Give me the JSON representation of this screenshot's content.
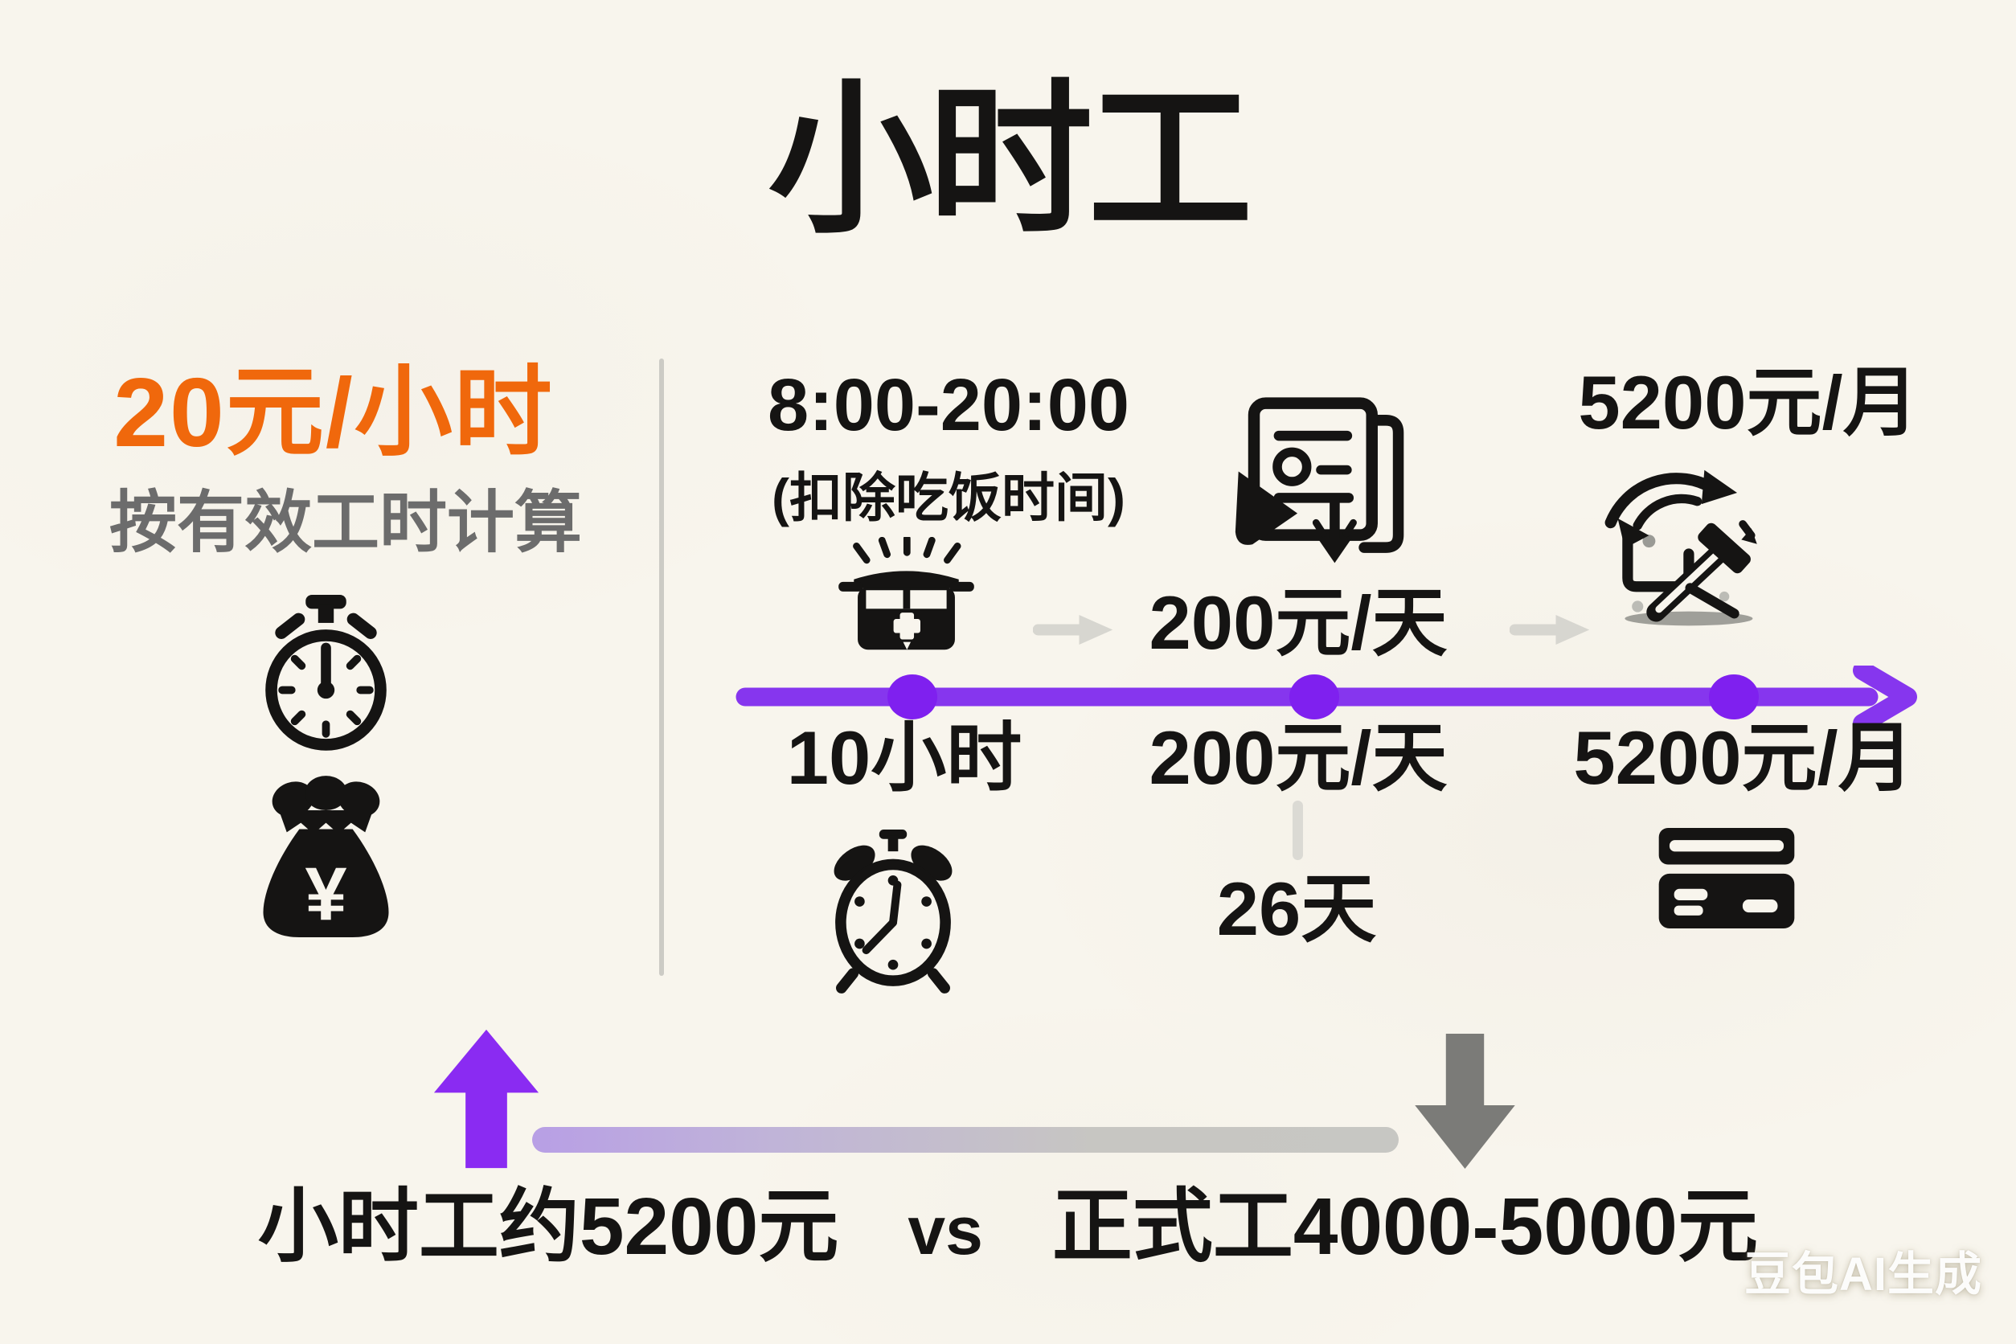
{
  "title": "小时工",
  "left_panel": {
    "rate": "20元/小时",
    "note": "按有效工时计算",
    "currency": "¥"
  },
  "flow": {
    "schedule": "8:00-20:00",
    "schedule_note": "(扣除吃饭时间)",
    "daily_pay_top": "200元/天",
    "monthly_pay_top": "5200元/月",
    "timeline": {
      "point1_label": "10小时",
      "point2_label": "200元/天",
      "point3_label": "5200元/月"
    },
    "days_per_month": "26天"
  },
  "comparison": {
    "hourly": "小时工约5200元",
    "vs": "vs",
    "formal": "正式工4000-5000元"
  },
  "watermark": "豆包AI生成",
  "icons": {
    "left_panel": [
      "stopwatch-icon",
      "money-bag-icon"
    ],
    "flow_top": [
      "cooking-pot-icon",
      "flow-arrow-icon",
      "payment-doc-icon",
      "flow-arrow-icon",
      "gauge-hammer-icon"
    ],
    "flow_bottom": [
      "alarm-clock-icon",
      "credit-card-icon"
    ],
    "comparison": [
      "up-arrow-icon",
      "down-arrow-icon"
    ]
  },
  "colors": {
    "background": "#f8f5ed",
    "ink": "#151413",
    "accent_orange": "#f0680c",
    "gray_text": "#6c6c6c",
    "accent_purple": "#8a2ff2",
    "purple_line": "#8636ee",
    "light_arrow": "#d7d6d0",
    "down_gray": "#7b7b78"
  }
}
